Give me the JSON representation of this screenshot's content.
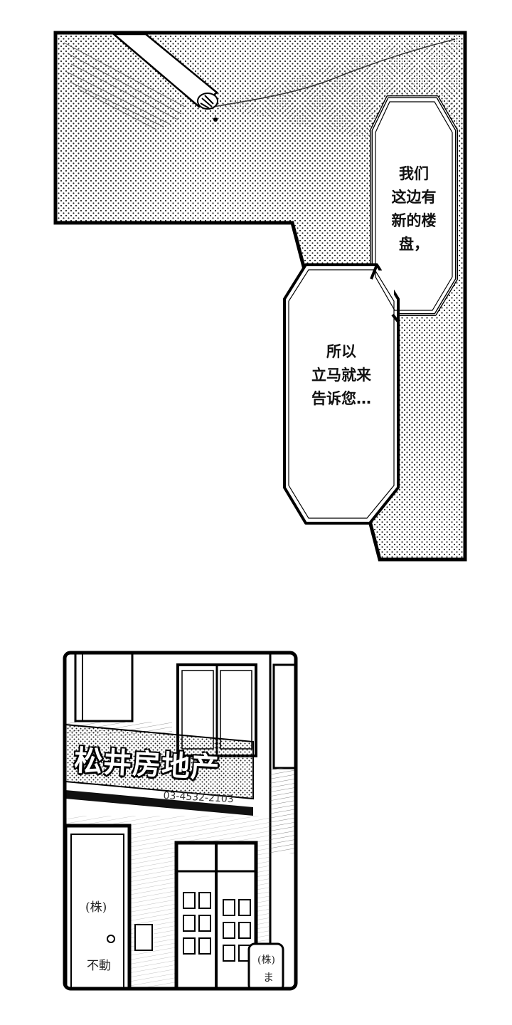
{
  "panel1": {
    "bubble_lines": "我们\n这边有\n新的楼\n盘，",
    "bubble2_lines": "所以\n立马就来\n告诉您…"
  },
  "panel2": {
    "sign_text": "松井房地产",
    "phone_text": "03-4532-2103",
    "door_text_top": "(株)",
    "door_text_bottom": "不動",
    "sidesign_text_top": "(株)",
    "sidesign_text_bottom": "ま"
  },
  "colors": {
    "ink": "#111111",
    "paper": "#ffffff",
    "screentone": "#888888"
  }
}
